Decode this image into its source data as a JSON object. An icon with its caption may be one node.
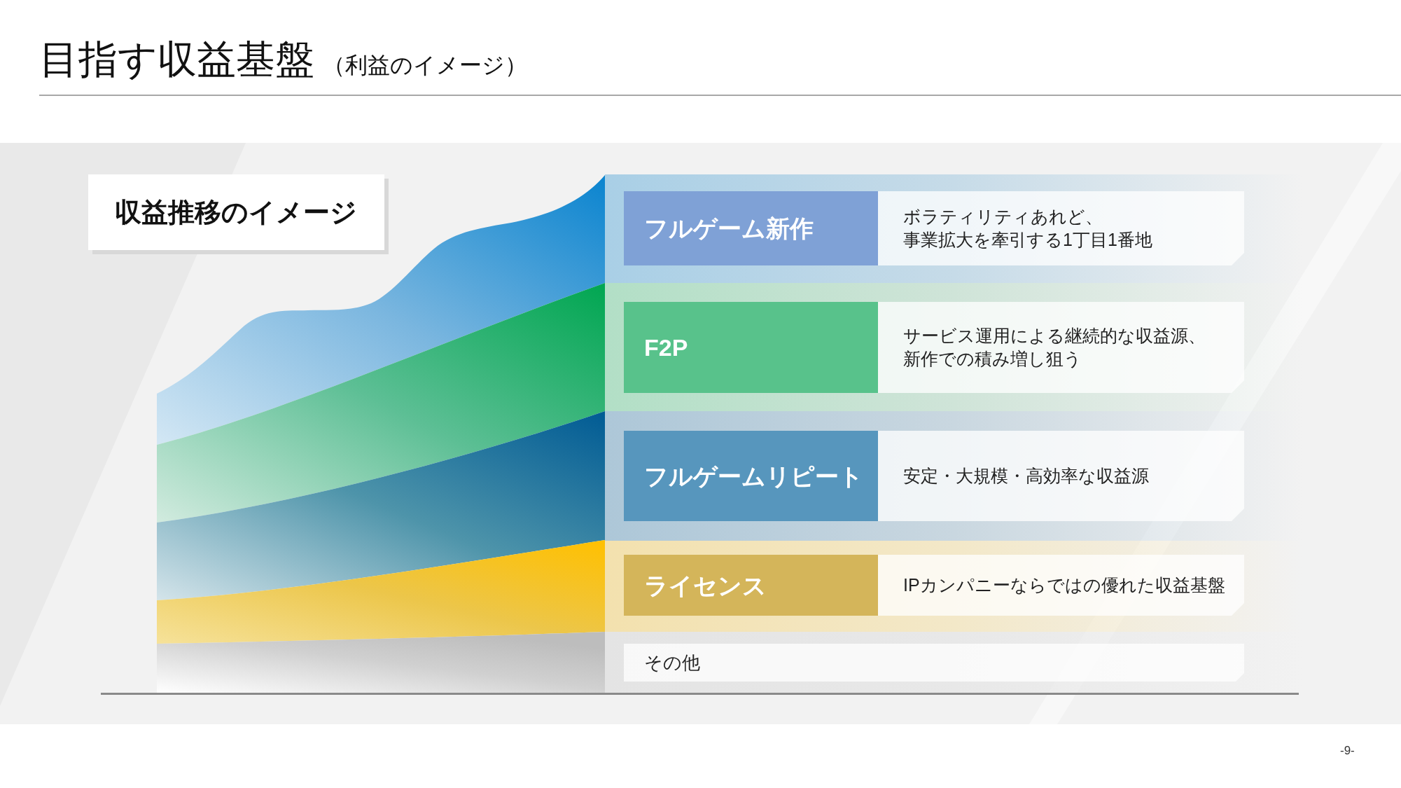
{
  "diagram": {
    "title": "目指す収益基盤",
    "nodes": [
      {
        "text": [
          "収益推移のイメージ"
        ]
      },
      {
        "text": [
          "フルゲーム新作"
        ]
      },
      {
        "text": [
          "ボラティリティあれど、事業拡大を牽引する1丁目1番地"
        ]
      },
      {
        "text": [
          "F2P"
        ]
      },
      {
        "text": [
          "サービス運用による継続的な収益源、新作での積み増し狙う"
        ]
      },
      {
        "text": [
          "フルゲームリピート"
        ]
      },
      {
        "text": [
          "安定・大規模・高効率な収益源"
        ]
      },
      {
        "text": [
          "ライセンス"
        ]
      },
      {
        "text": [
          "IPカンパニーならではの優れた収益基盤"
        ]
      },
      {
        "text": [
          "その他"
        ]
      }
    ],
    "labels": [
      "（利益のイメージ）",
      "-9-"
    ]
  }
}
